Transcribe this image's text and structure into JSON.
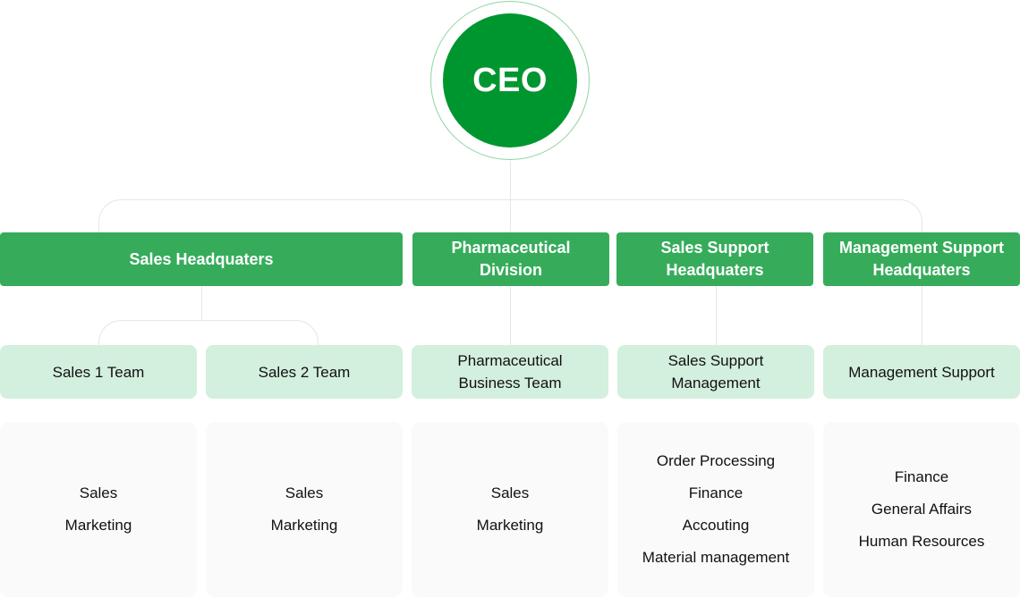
{
  "ceo": {
    "label": "CEO"
  },
  "colors": {
    "ceo": "#00962f",
    "headquarters": "#36ac5b",
    "team": "#d3efdd",
    "function_box": "#fafafa",
    "connector": "#e6e6e6"
  },
  "headquarters": [
    {
      "label": "Sales Headquaters"
    },
    {
      "label": "Pharmaceutical Division"
    },
    {
      "label": "Sales Support Headquaters"
    },
    {
      "label": "Management Support Headquaters"
    }
  ],
  "teams": [
    {
      "label": "Sales 1 Team",
      "functions": [
        "Sales",
        "Marketing"
      ]
    },
    {
      "label": "Sales 2 Team",
      "functions": [
        "Sales",
        "Marketing"
      ]
    },
    {
      "label": "Pharmaceutical Business Team",
      "functions": [
        "Sales",
        "Marketing"
      ]
    },
    {
      "label": "Sales Support Management",
      "functions": [
        "Order Processing",
        "Finance",
        "Accouting",
        "Material management"
      ]
    },
    {
      "label": "Management Support",
      "functions": [
        "Finance",
        "General Affairs",
        "Human Resources"
      ]
    }
  ]
}
